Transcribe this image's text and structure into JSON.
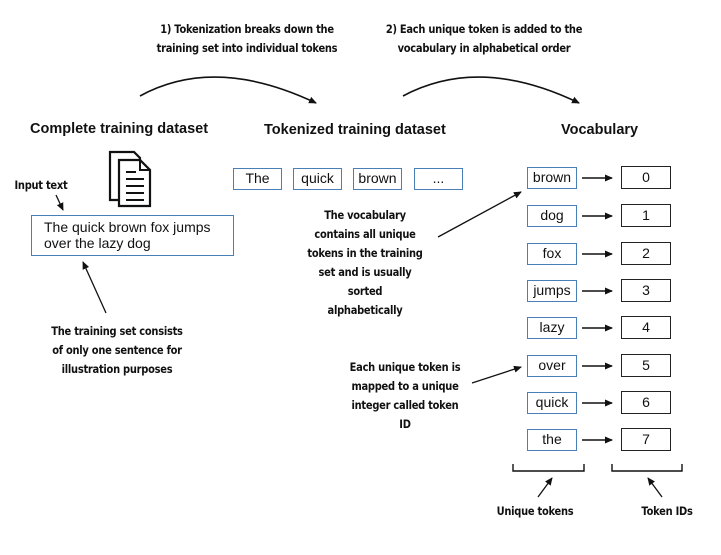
{
  "steps": {
    "step1": [
      "1) Tokenization breaks down the",
      "training set into individual tokens"
    ],
    "step2": [
      "2) Each unique token is added to the",
      "vocabulary in alphabetical order"
    ]
  },
  "headings": {
    "complete": "Complete training dataset",
    "tokenized": "Tokenized training dataset",
    "vocabulary": "Vocabulary"
  },
  "input": {
    "label": "Input text",
    "text_lines": [
      "The quick brown fox jumps",
      "over the lazy dog"
    ],
    "icon": "document-icon"
  },
  "tokenized_tokens": [
    "The",
    "quick",
    "brown",
    "..."
  ],
  "vocabulary": [
    {
      "token": "brown",
      "id": "0"
    },
    {
      "token": "dog",
      "id": "1"
    },
    {
      "token": "fox",
      "id": "2"
    },
    {
      "token": "jumps",
      "id": "3"
    },
    {
      "token": "lazy",
      "id": "4"
    },
    {
      "token": "over",
      "id": "5"
    },
    {
      "token": "quick",
      "id": "6"
    },
    {
      "token": "the",
      "id": "7"
    }
  ],
  "annotations": {
    "training_set": [
      "The training set consists",
      "of only one sentence for",
      "illustration purposes"
    ],
    "vocab_contains": [
      "The vocabulary",
      "contains all unique",
      "tokens in the training",
      "set and is usually",
      "sorted",
      "alphabetically"
    ],
    "mapped": [
      "Each unique token is",
      "mapped to a unique",
      "integer called token",
      "ID"
    ],
    "unique_tokens": "Unique tokens",
    "token_ids": "Token IDs"
  },
  "colors": {
    "token_border": "#4a7fb5",
    "id_border": "#222222",
    "arrow": "#111111"
  }
}
